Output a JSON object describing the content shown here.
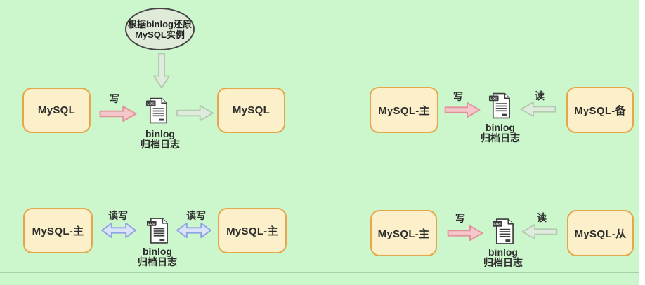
{
  "colors": {
    "background": "#CCF6CB",
    "node_fill": "#FBF0C9",
    "node_border": "#E6A64B",
    "pink_arrow_fill": "#F6C7CA",
    "pink_arrow_border": "#E2909A",
    "green_arrow_fill": "#DFEBDC",
    "green_arrow_border": "#B4CBB0",
    "blue_arrow_fill": "#DBE3F8",
    "blue_arrow_border": "#8CA3E6",
    "ellipse_fill": "#DFEAD8",
    "ellipse_border": "#454545",
    "text": "#2D2D2D",
    "divider": "#8FAE8F"
  },
  "note_ellipse": {
    "line1": "根据binlog还原",
    "line2": "MySQL实例"
  },
  "file_icon_label": "LOG",
  "scenarios": {
    "restore": {
      "left_node": "MySQL",
      "write_label": "写",
      "right_node": "MySQL",
      "file_title": "binlog",
      "file_subtitle": "归档日志"
    },
    "master_backup": {
      "left_node": "MySQL-主",
      "write_label": "写",
      "read_label": "读",
      "right_node": "MySQL-备",
      "file_title": "binlog",
      "file_subtitle": "归档日志"
    },
    "master_master": {
      "left_node": "MySQL-主",
      "left_arrow_label": "读写",
      "right_arrow_label": "读写",
      "right_node": "MySQL-主",
      "file_title": "binlog",
      "file_subtitle": "归档日志"
    },
    "master_slave": {
      "left_node": "MySQL-主",
      "write_label": "写",
      "read_label": "读",
      "right_node": "MySQL-从",
      "file_title": "binlog",
      "file_subtitle": "归档日志"
    }
  }
}
